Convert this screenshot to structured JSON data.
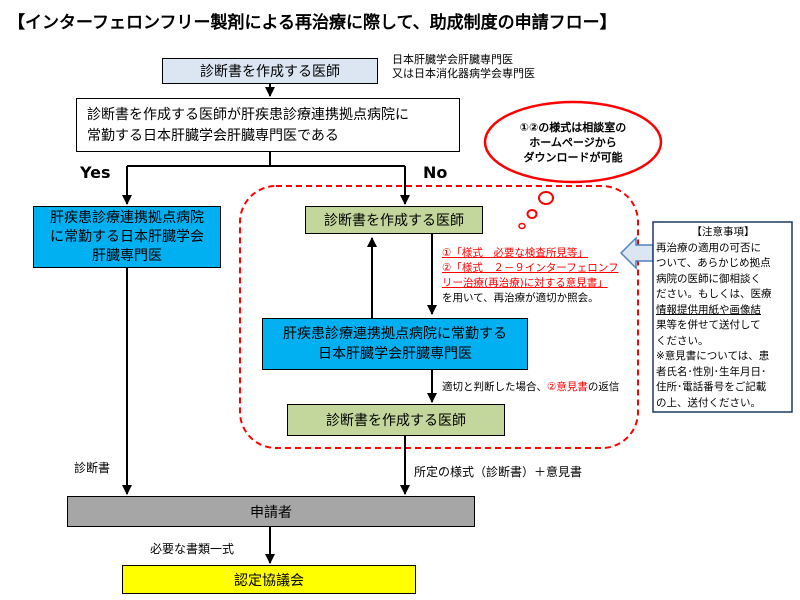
{
  "title": "【インターフェロンフリー製剤による再治療に際して、助成制度の申請フロー】",
  "nodes": {
    "doctor_top": "診断書を作成する医師",
    "doctor_top_note_1": "日本肝臓学会肝臓専門医",
    "doctor_top_note_2": "又は日本消化器病学会専門医",
    "question_1": "診断書を作成する医師が肝疾患診療連携拠点病院に",
    "question_2": "常勤する日本肝臓学会肝臓専門医である",
    "yes_label": "Yes",
    "no_label": "No",
    "hub_yes_1": "肝疾患診療連携拠点病院",
    "hub_yes_2": "に常勤する日本肝臓学会",
    "hub_yes_3": "肝臓専門医",
    "doctor_no": "診断書を作成する医師",
    "thought_1": "①②の様式は相談室の",
    "thought_2": "ホームページから",
    "thought_3": "ダウンロードが可能",
    "forms_1": "①「様式　必要な検査所見等」",
    "forms_2": "②「様式　２－９インターフェロンフ",
    "forms_3": "リー治療(再治療)に対する意見書」",
    "forms_4": "を用いて、再治療が適切か照会。",
    "hub_no_1": "肝疾患診療連携拠点病院に常勤する",
    "hub_no_2": "日本肝臓学会肝臓専門医",
    "reply_prefix": "適切と判断した場合、",
    "reply_red": "②意見書",
    "reply_suffix": "の返信",
    "doctor_bottom": "診断書を作成する医師",
    "left_label": "診断書",
    "right_label": "所定の様式（診断書）＋意見書",
    "applicant": "申請者",
    "docs_label": "必要な書類一式",
    "council": "認定協議会"
  },
  "notes": {
    "heading": "【注意事項】",
    "lines": [
      "再治療の適用の可否に",
      "ついて、あらかじめ拠点",
      "病院の医師に御相談く",
      "ださい。もしくは、医療",
      "情報提供用紙や画像結",
      "果等を併せて送付して",
      "ください。",
      "※意見書については、患",
      "者氏名･性別･生年月日･",
      "住所･電話番号をご記載",
      "の上、送付ください。"
    ]
  },
  "colors": {
    "light_blue": "#dce6f2",
    "blue": "#00b0f0",
    "green": "#c3d69b",
    "gray": "#a6a6a6",
    "yellow": "#ffff00",
    "red": "#ff0000",
    "note_border": "#1f3864",
    "callout_blue": "#dce6f2"
  }
}
